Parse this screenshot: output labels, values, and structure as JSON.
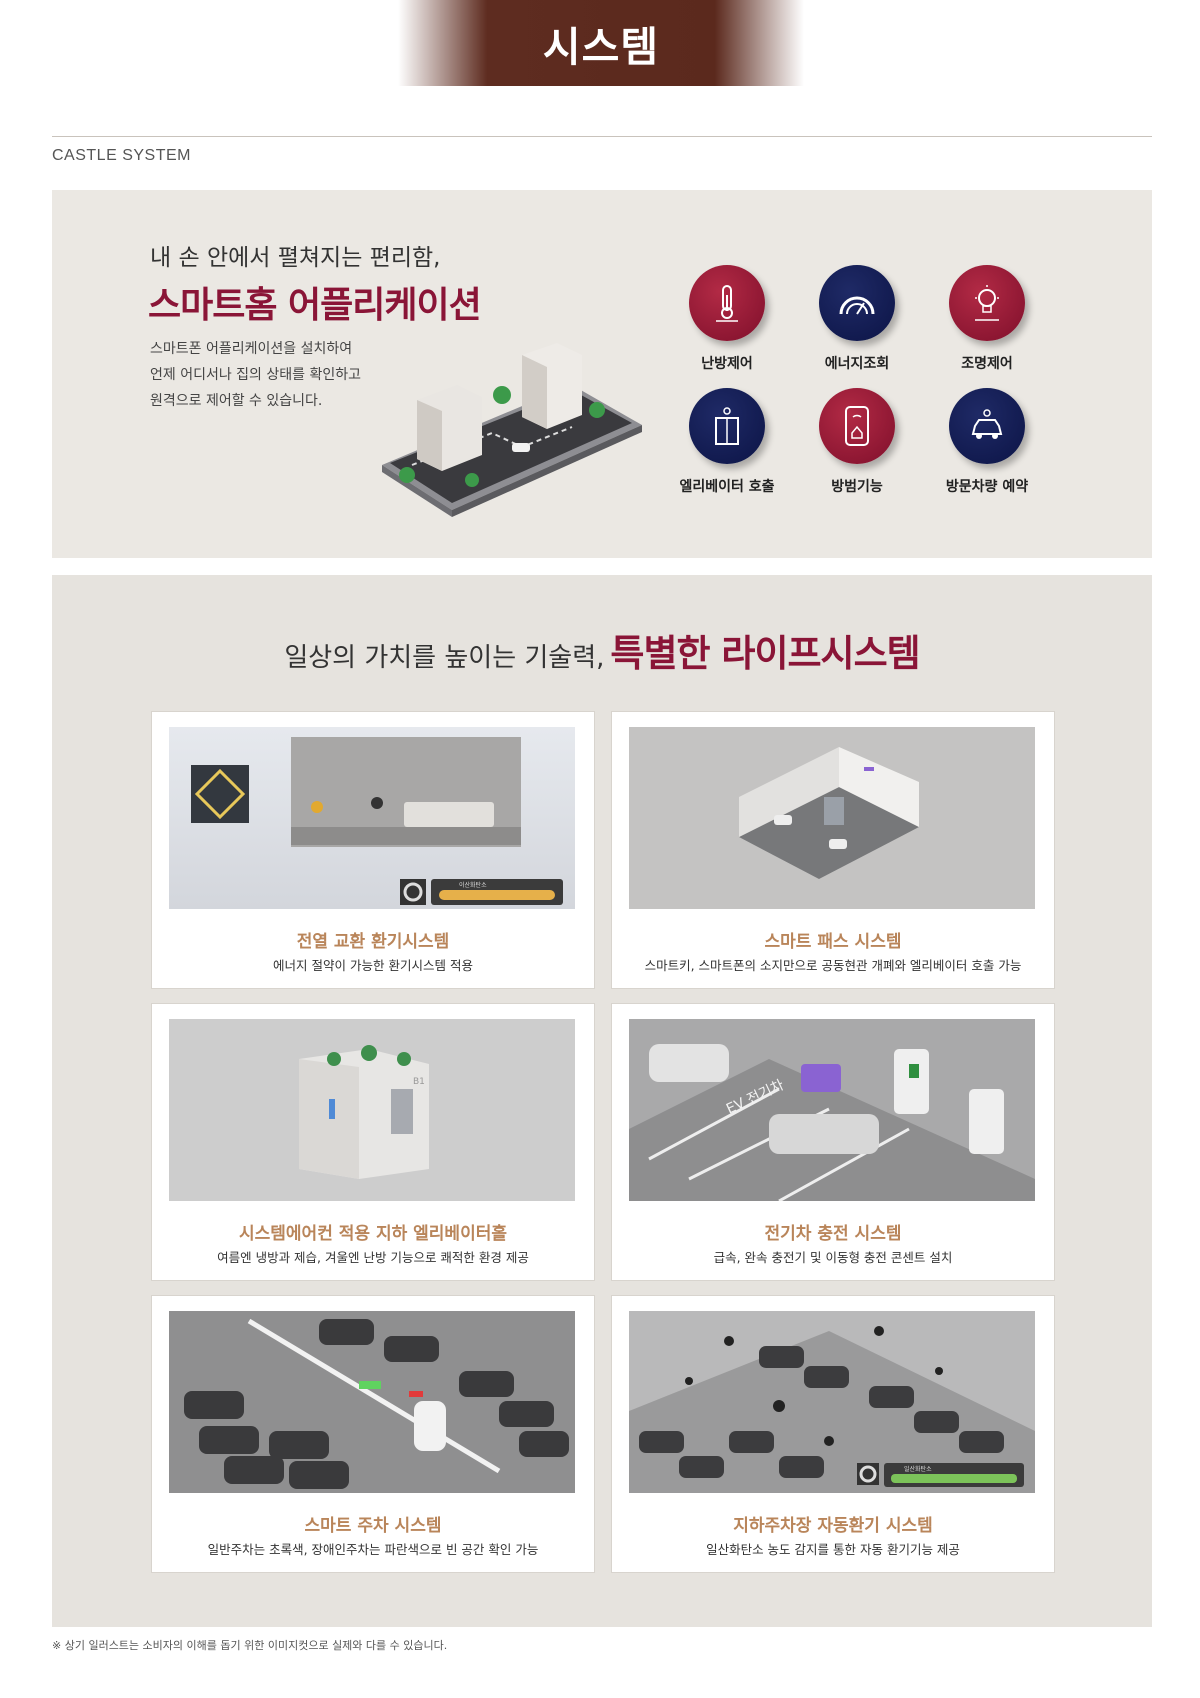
{
  "banner": {
    "title": "시스템"
  },
  "section_label": "CASTLE SYSTEM",
  "app": {
    "intro": "내 손 안에서 펼쳐지는 편리함,",
    "title": "스마트홈 어플리케이션",
    "desc": "스마트폰 어플리케이션을 설치하여\n언제 어디서나 집의 상태를 확인하고\n원격으로 제어할 수 있습니다.",
    "icons": [
      {
        "label": "난방제어",
        "icon": "thermometer-icon",
        "color": "#8a1537"
      },
      {
        "label": "에너지조회",
        "icon": "gauge-icon",
        "color": "#0f1a52"
      },
      {
        "label": "조명제어",
        "icon": "lightbulb-icon",
        "color": "#8a1537"
      },
      {
        "label": "엘리베이터 호출",
        "icon": "elevator-icon",
        "color": "#0f1a52"
      },
      {
        "label": "방범기능",
        "icon": "phone-security-icon",
        "color": "#8a1537"
      },
      {
        "label": "방문차량 예약",
        "icon": "car-icon",
        "color": "#0f1a52"
      }
    ]
  },
  "life": {
    "heading": "일상의 가치를 높이는 기술력,",
    "heading_em": "특별한 라이프시스템",
    "cards": [
      {
        "title": "전열 교환 환기시스템",
        "desc": "에너지 절약이 가능한 환기시스템 적용",
        "badge": "이산화탄소"
      },
      {
        "title": "스마트 패스 시스템",
        "desc": "스마트키, 스마트폰의 소지만으로 공동현관 개폐와 엘리베이터 호출 가능"
      },
      {
        "title": "시스템에어컨 적용 지하 엘리베이터홀",
        "desc": "여름엔 냉방과 제습, 겨울엔 난방 기능으로 쾌적한 환경 제공",
        "badge": "B1"
      },
      {
        "title": "전기차 충전 시스템",
        "desc": "급속, 완속 충전기 및 이동형 충전 콘센트 설치",
        "badge": "EV 전기차"
      },
      {
        "title": "스마트 주차 시스템",
        "desc": "일반주차는 초록색, 장애인주차는 파란색으로 빈 공간 확인 가능"
      },
      {
        "title": "지하주차장 자동환기 시스템",
        "desc": "일산화탄소 농도 감지를 통한 자동 환기기능 제공",
        "badge": "일산화탄소"
      }
    ]
  },
  "footnote": "※ 상기 일러스트는 소비자의 이해를 돕기 위한 이미지컷으로 실제와 다를 수 있습니다."
}
